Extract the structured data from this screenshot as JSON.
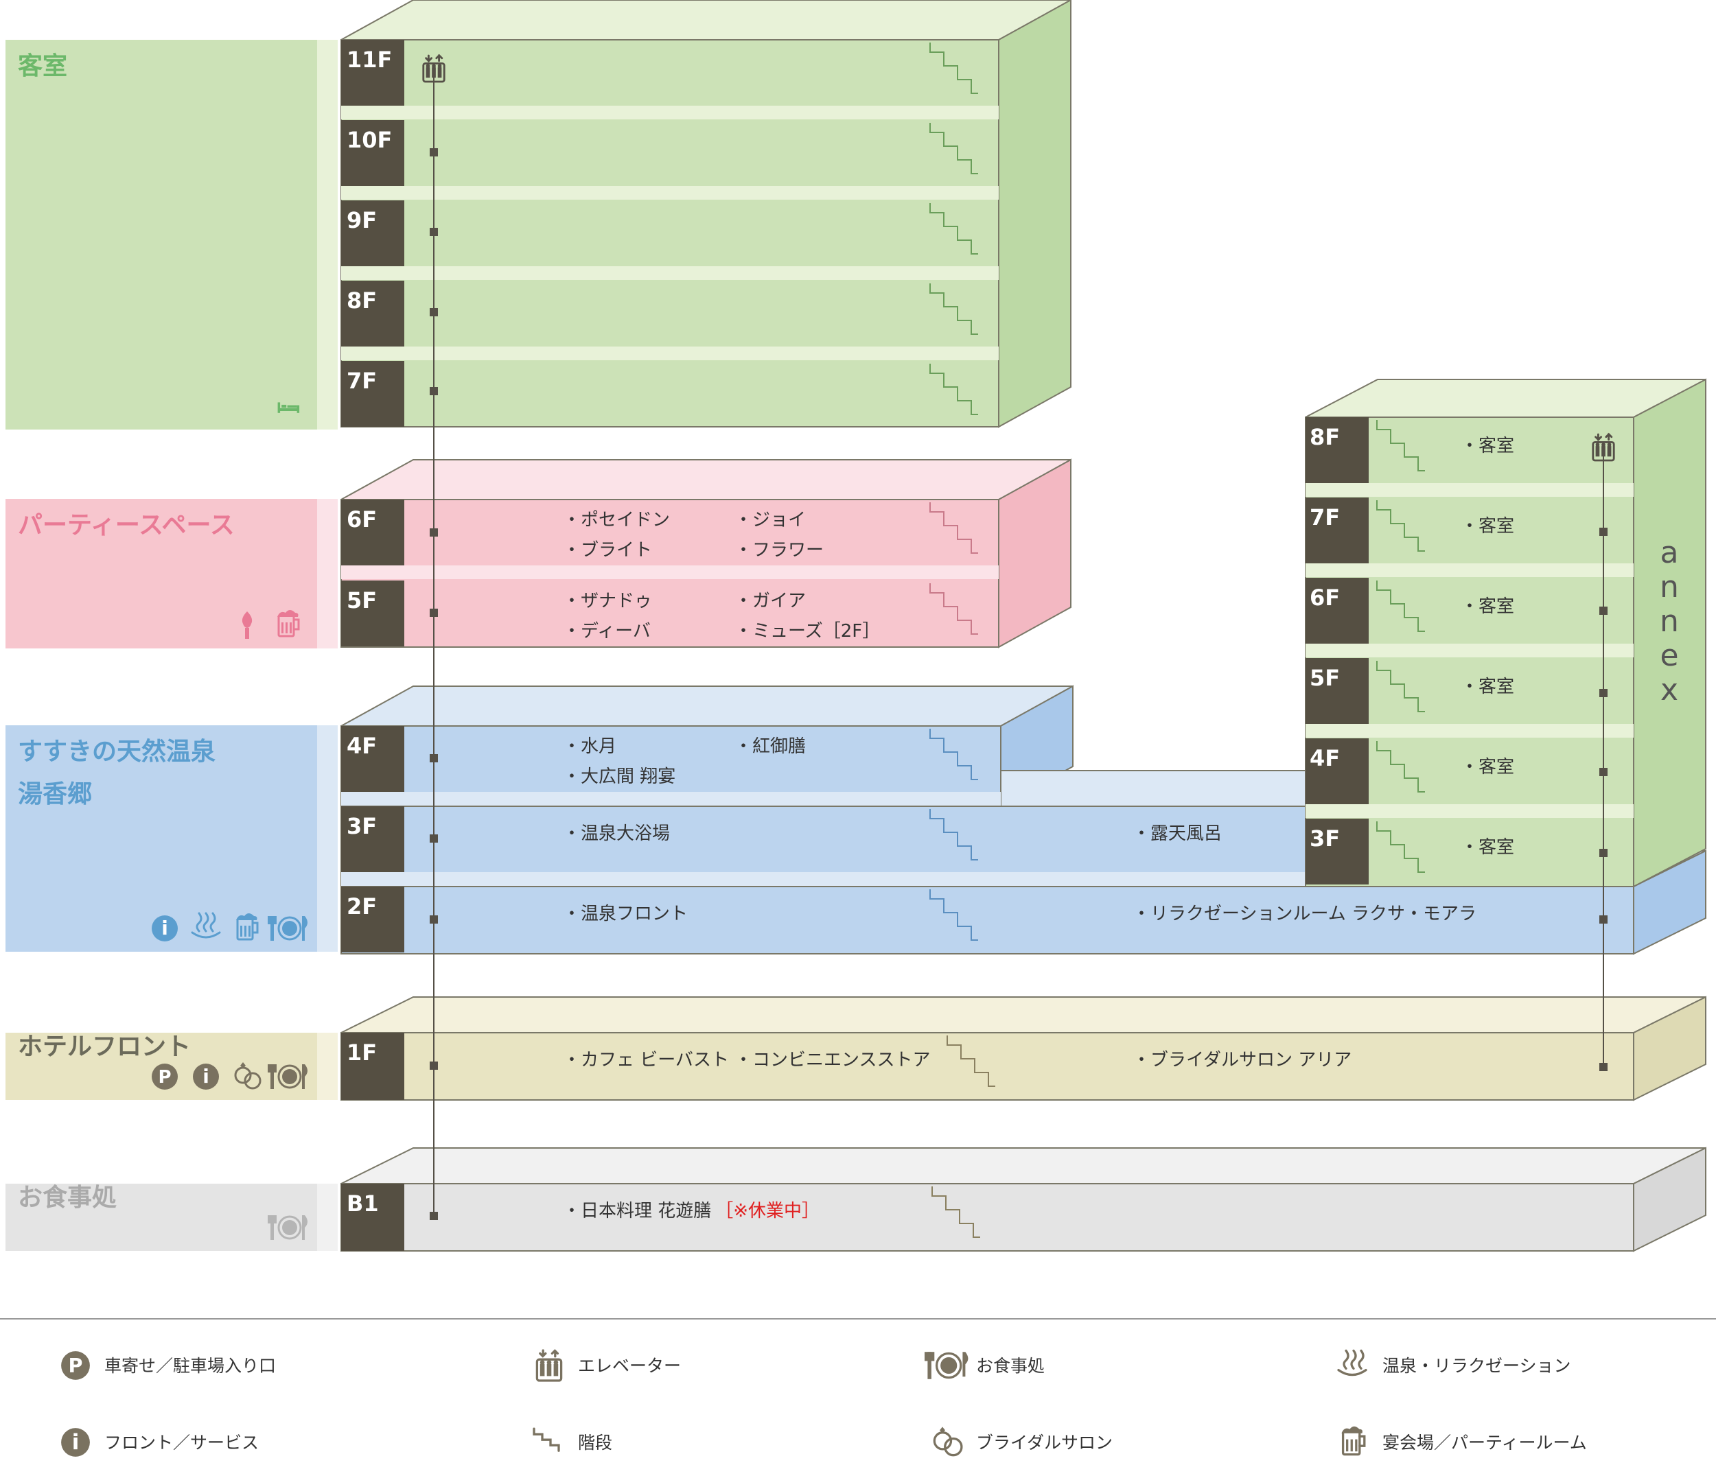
{
  "colors": {
    "guest": "#cce2b7",
    "guest_top": "#e8f2d8",
    "guest_side": "#bcd9a5",
    "guest_text": "#6cb86a",
    "party": "#f7c6ce",
    "party_top": "#fbe3e8",
    "party_side": "#f3b8c2",
    "party_text": "#e97a95",
    "spa": "#bcd4ee",
    "spa_top": "#dce8f5",
    "spa_side": "#a9c8ea",
    "spa_text": "#5b9ecf",
    "front": "#e8e4c2",
    "front_top": "#f4f1dc",
    "front_side": "#dedab4",
    "front_text": "#6b6a5a",
    "dining": "#e4e4e4",
    "dining_top": "#f1f1f1",
    "dining_side": "#d8d8d8",
    "dining_text": "#aaaaaa",
    "floor_tab": "#554f42",
    "outline": "#7a7868",
    "icon": "#7a7868",
    "closed": "#e02020"
  },
  "categories": [
    {
      "key": "guest",
      "title": "客室",
      "icons": [
        "bed-icon"
      ]
    },
    {
      "key": "party",
      "title": "パーティースペース",
      "icons": [
        "torch-icon",
        "beer-mug-icon"
      ]
    },
    {
      "key": "spa",
      "title": "すすきの天然温泉",
      "subtitle": "湯香郷",
      "icons": [
        "info-icon",
        "hot-spring-icon",
        "beer-mug-icon",
        "dining-icon"
      ]
    },
    {
      "key": "front",
      "title": "ホテルフロント",
      "icons": [
        "parking-icon",
        "info-icon",
        "bridal-rings-icon",
        "dining-icon"
      ]
    },
    {
      "key": "dining",
      "title": "お食事処",
      "icons": [
        "dining-icon"
      ]
    }
  ],
  "main_floors": [
    {
      "label": "11F",
      "rooms": []
    },
    {
      "label": "10F",
      "rooms": []
    },
    {
      "label": "9F",
      "rooms": []
    },
    {
      "label": "8F",
      "rooms": []
    },
    {
      "label": "7F",
      "rooms": []
    },
    {
      "label": "6F",
      "rooms": [
        "・ポセイドン",
        "・ブライト",
        "・ジョイ",
        "・フラワー"
      ]
    },
    {
      "label": "5F",
      "rooms": [
        "・ザナドゥ",
        "・ディーバ",
        "・ガイア",
        "・ミューズ［2F］"
      ]
    },
    {
      "label": "4F",
      "rooms": [
        "・水月",
        "・大広間 翔宴",
        "・紅御膳"
      ]
    },
    {
      "label": "3F",
      "rooms": [
        "・温泉大浴場",
        "・露天風呂"
      ]
    },
    {
      "label": "2F",
      "rooms": [
        "・温泉フロント",
        "・リラクゼーションルーム ラクサ・モアラ"
      ]
    },
    {
      "label": "1F",
      "rooms": [
        "・カフェ ビーバスト",
        "・コンビニエンスストア",
        "・ブライダルサロン アリア"
      ]
    },
    {
      "label": "B1",
      "rooms": [
        "・日本料理 花遊膳"
      ],
      "note": "［※休業中］"
    }
  ],
  "annex": {
    "name": "annex",
    "floors": [
      {
        "label": "8F",
        "room": "・客室"
      },
      {
        "label": "7F",
        "room": "・客室"
      },
      {
        "label": "6F",
        "room": "・客室"
      },
      {
        "label": "5F",
        "room": "・客室"
      },
      {
        "label": "4F",
        "room": "・客室"
      },
      {
        "label": "3F",
        "room": "・客室"
      }
    ]
  },
  "legend": [
    {
      "icon": "parking-icon",
      "label": "車寄せ／駐車場入り口"
    },
    {
      "icon": "elevator-icon",
      "label": "エレベーター"
    },
    {
      "icon": "dining-icon",
      "label": "お食事処"
    },
    {
      "icon": "hot-spring-icon",
      "label": "温泉・リラクゼーション"
    },
    {
      "icon": "info-icon",
      "label": "フロント／サービス"
    },
    {
      "icon": "stairs-icon",
      "label": "階段"
    },
    {
      "icon": "bridal-rings-icon",
      "label": "ブライダルサロン"
    },
    {
      "icon": "beer-mug-icon",
      "label": "宴会場／パーティールーム"
    }
  ]
}
